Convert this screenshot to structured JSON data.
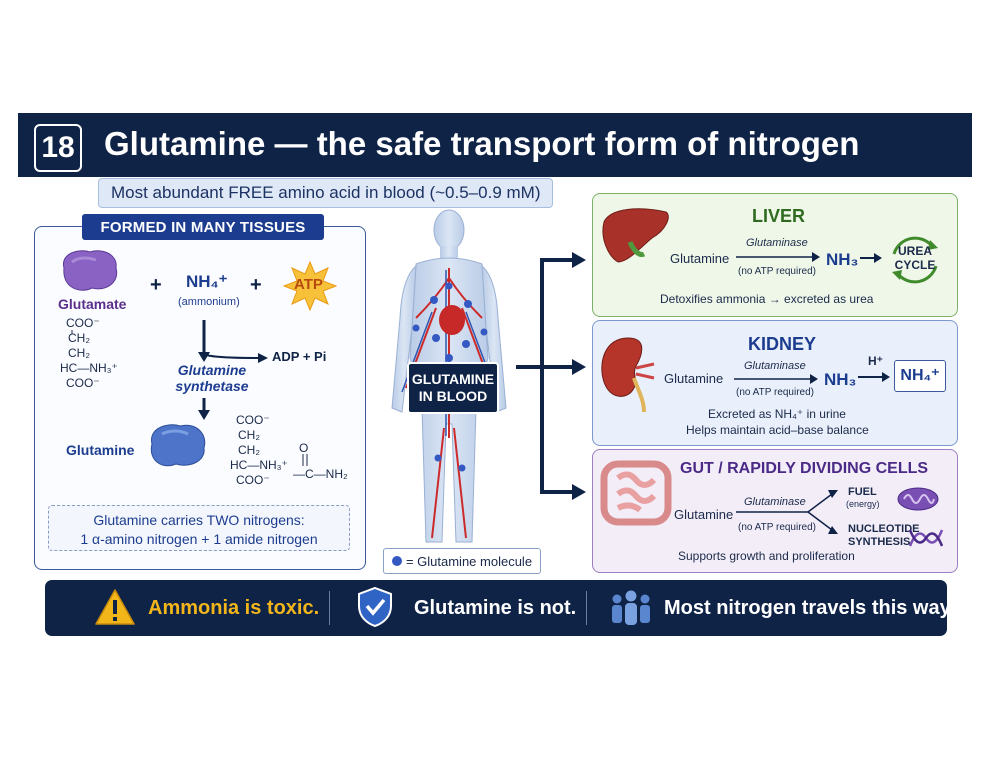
{
  "header": {
    "number": "18",
    "title": "Glutamine — the safe transport form of nitrogen",
    "subtitle": "Most abundant FREE amino acid in blood (~0.5–0.9 mM)"
  },
  "left_panel": {
    "tag": "FORMED IN MANY TISSUES",
    "glutamate_label": "Glutamate",
    "plus": "+",
    "nh4": "NH₄⁺",
    "ammonium": "(ammonium)",
    "atp": "ATP",
    "adp_pi": "ADP + Pi",
    "enzyme": "Glutamine synthetase",
    "glutamine_label": "Glutamine",
    "glutamate_struct": [
      "COO⁻",
      "CH₂",
      "CH₂",
      "HC—NH₃⁺",
      "COO⁻"
    ],
    "glutamine_struct": [
      "COO⁻",
      "CH₂",
      "CH₂",
      "HC—NH₃⁺",
      "COO⁻"
    ],
    "amide_o": "O",
    "amide_group": "—C—NH₂",
    "carries_title": "Glutamine carries TWO nitrogens:",
    "carries_detail": "1 α-amino nitrogen  +  1 amide nitrogen"
  },
  "center": {
    "blood_label_line1": "GLUTAMINE",
    "blood_label_line2": "IN BLOOD",
    "legend": "= Glutamine molecule"
  },
  "liver": {
    "title": "LIVER",
    "substrate": "Glutamine",
    "enzyme": "Glutaminase",
    "note": "(no ATP required)",
    "product": "NH₃",
    "cycle_line1": "UREA",
    "cycle_line2": "CYCLE",
    "caption": "Detoxifies ammonia → excreted as urea"
  },
  "kidney": {
    "title": "KIDNEY",
    "substrate": "Glutamine",
    "enzyme": "Glutaminase",
    "note": "(no ATP required)",
    "product": "NH₃",
    "proton": "H⁺",
    "result": "NH₄⁺",
    "caption1": "Excreted as NH₄⁺ in urine",
    "caption2": "Helps maintain acid–base balance"
  },
  "gut": {
    "title": "GUT / RAPIDLY DIVIDING CELLS",
    "substrate": "Glutamine",
    "enzyme": "Glutaminase",
    "note": "(no ATP required)",
    "fuel": "FUEL",
    "energy": "(energy)",
    "nucleotide1": "NUCLEOTIDE",
    "nucleotide2": "SYNTHESIS",
    "caption": "Supports growth and proliferation"
  },
  "bottom": {
    "toxic": "Ammonia is toxic.",
    "safe": "Glutamine is not.",
    "travels": "Most nitrogen travels this way."
  },
  "colors": {
    "navy": "#0f2347",
    "accent_blue": "#1c3d8f",
    "warning_yellow": "#f2b61b",
    "liver_green": "#7db069",
    "kidney_blue": "#7b99cf",
    "gut_purple": "#9c7fc0"
  },
  "icons": [
    "warning-icon",
    "shield-check-icon",
    "people-icon",
    "mitochondria-icon",
    "dna-icon",
    "liver-icon",
    "kidney-icon",
    "intestine-icon"
  ]
}
